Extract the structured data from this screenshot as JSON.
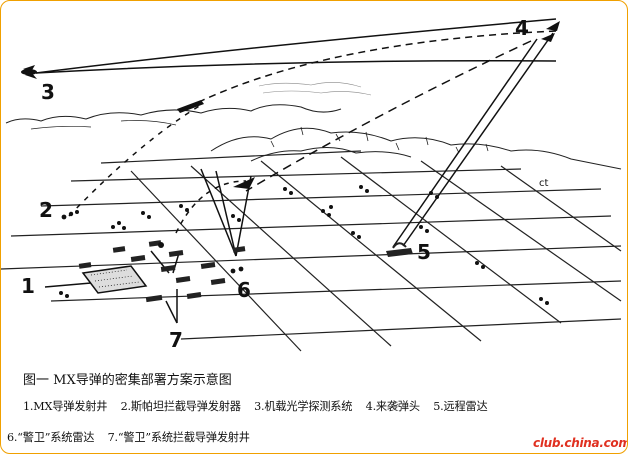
{
  "diagram": {
    "number_labels": [
      "1",
      "2",
      "3",
      "4",
      "5",
      "6",
      "7"
    ],
    "stray_text": "ct"
  },
  "caption": "图一  MX导弹的密集部署方案示意图",
  "legend": {
    "items_line1": [
      "1.MX导弹发射井",
      "2.斯帕坦拦截导弹发射器",
      "3.机载光学探测系统",
      "4.来袭弹头",
      "5.远程雷达"
    ],
    "items_line2": [
      "6.“警卫”系统雷达",
      "7.“警卫”系统拦截导弹发射井"
    ]
  },
  "watermark": "club.china.com",
  "colors": {
    "frame_border": "#f0a000",
    "ink": "#111111",
    "watermark": "#e03020"
  }
}
